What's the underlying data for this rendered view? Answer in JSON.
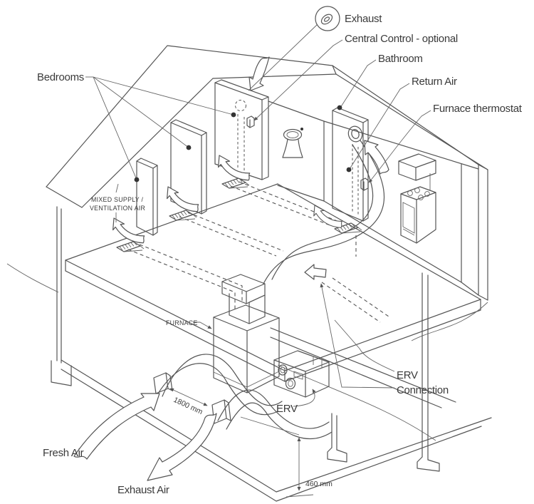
{
  "diagram": {
    "type": "isometric-technical-illustration",
    "subject": "Residential ventilation system with ERV connected to furnace ductwork",
    "colors": {
      "line": "#555555",
      "text": "#3a3a3a",
      "background": "#ffffff"
    },
    "labels": {
      "exhaust": "Exhaust",
      "central_control": "Central Control - optional",
      "bathroom": "Bathroom",
      "return_air": "Return Air",
      "furnace_thermostat": "Furnace thermostat",
      "bedrooms": "Bedrooms",
      "mixed_supply_lines": [
        "MIXED SUPPLY /",
        "VENTILATION AIR"
      ],
      "furnace": "FURNACE",
      "erv": "ERV",
      "erv_connection_lines": [
        "ERV",
        "Connection"
      ],
      "fresh_air": "Fresh Air",
      "exhaust_air": "Exhaust Air"
    },
    "dimensions": {
      "hood_spacing": "1800 mm",
      "hood_height": "460 mm"
    },
    "icons": [
      "roof-exhaust-vent-icon",
      "curved-airflow-arrow-icon",
      "flow-direction-arrow-icon",
      "leader-dot-icon"
    ]
  }
}
